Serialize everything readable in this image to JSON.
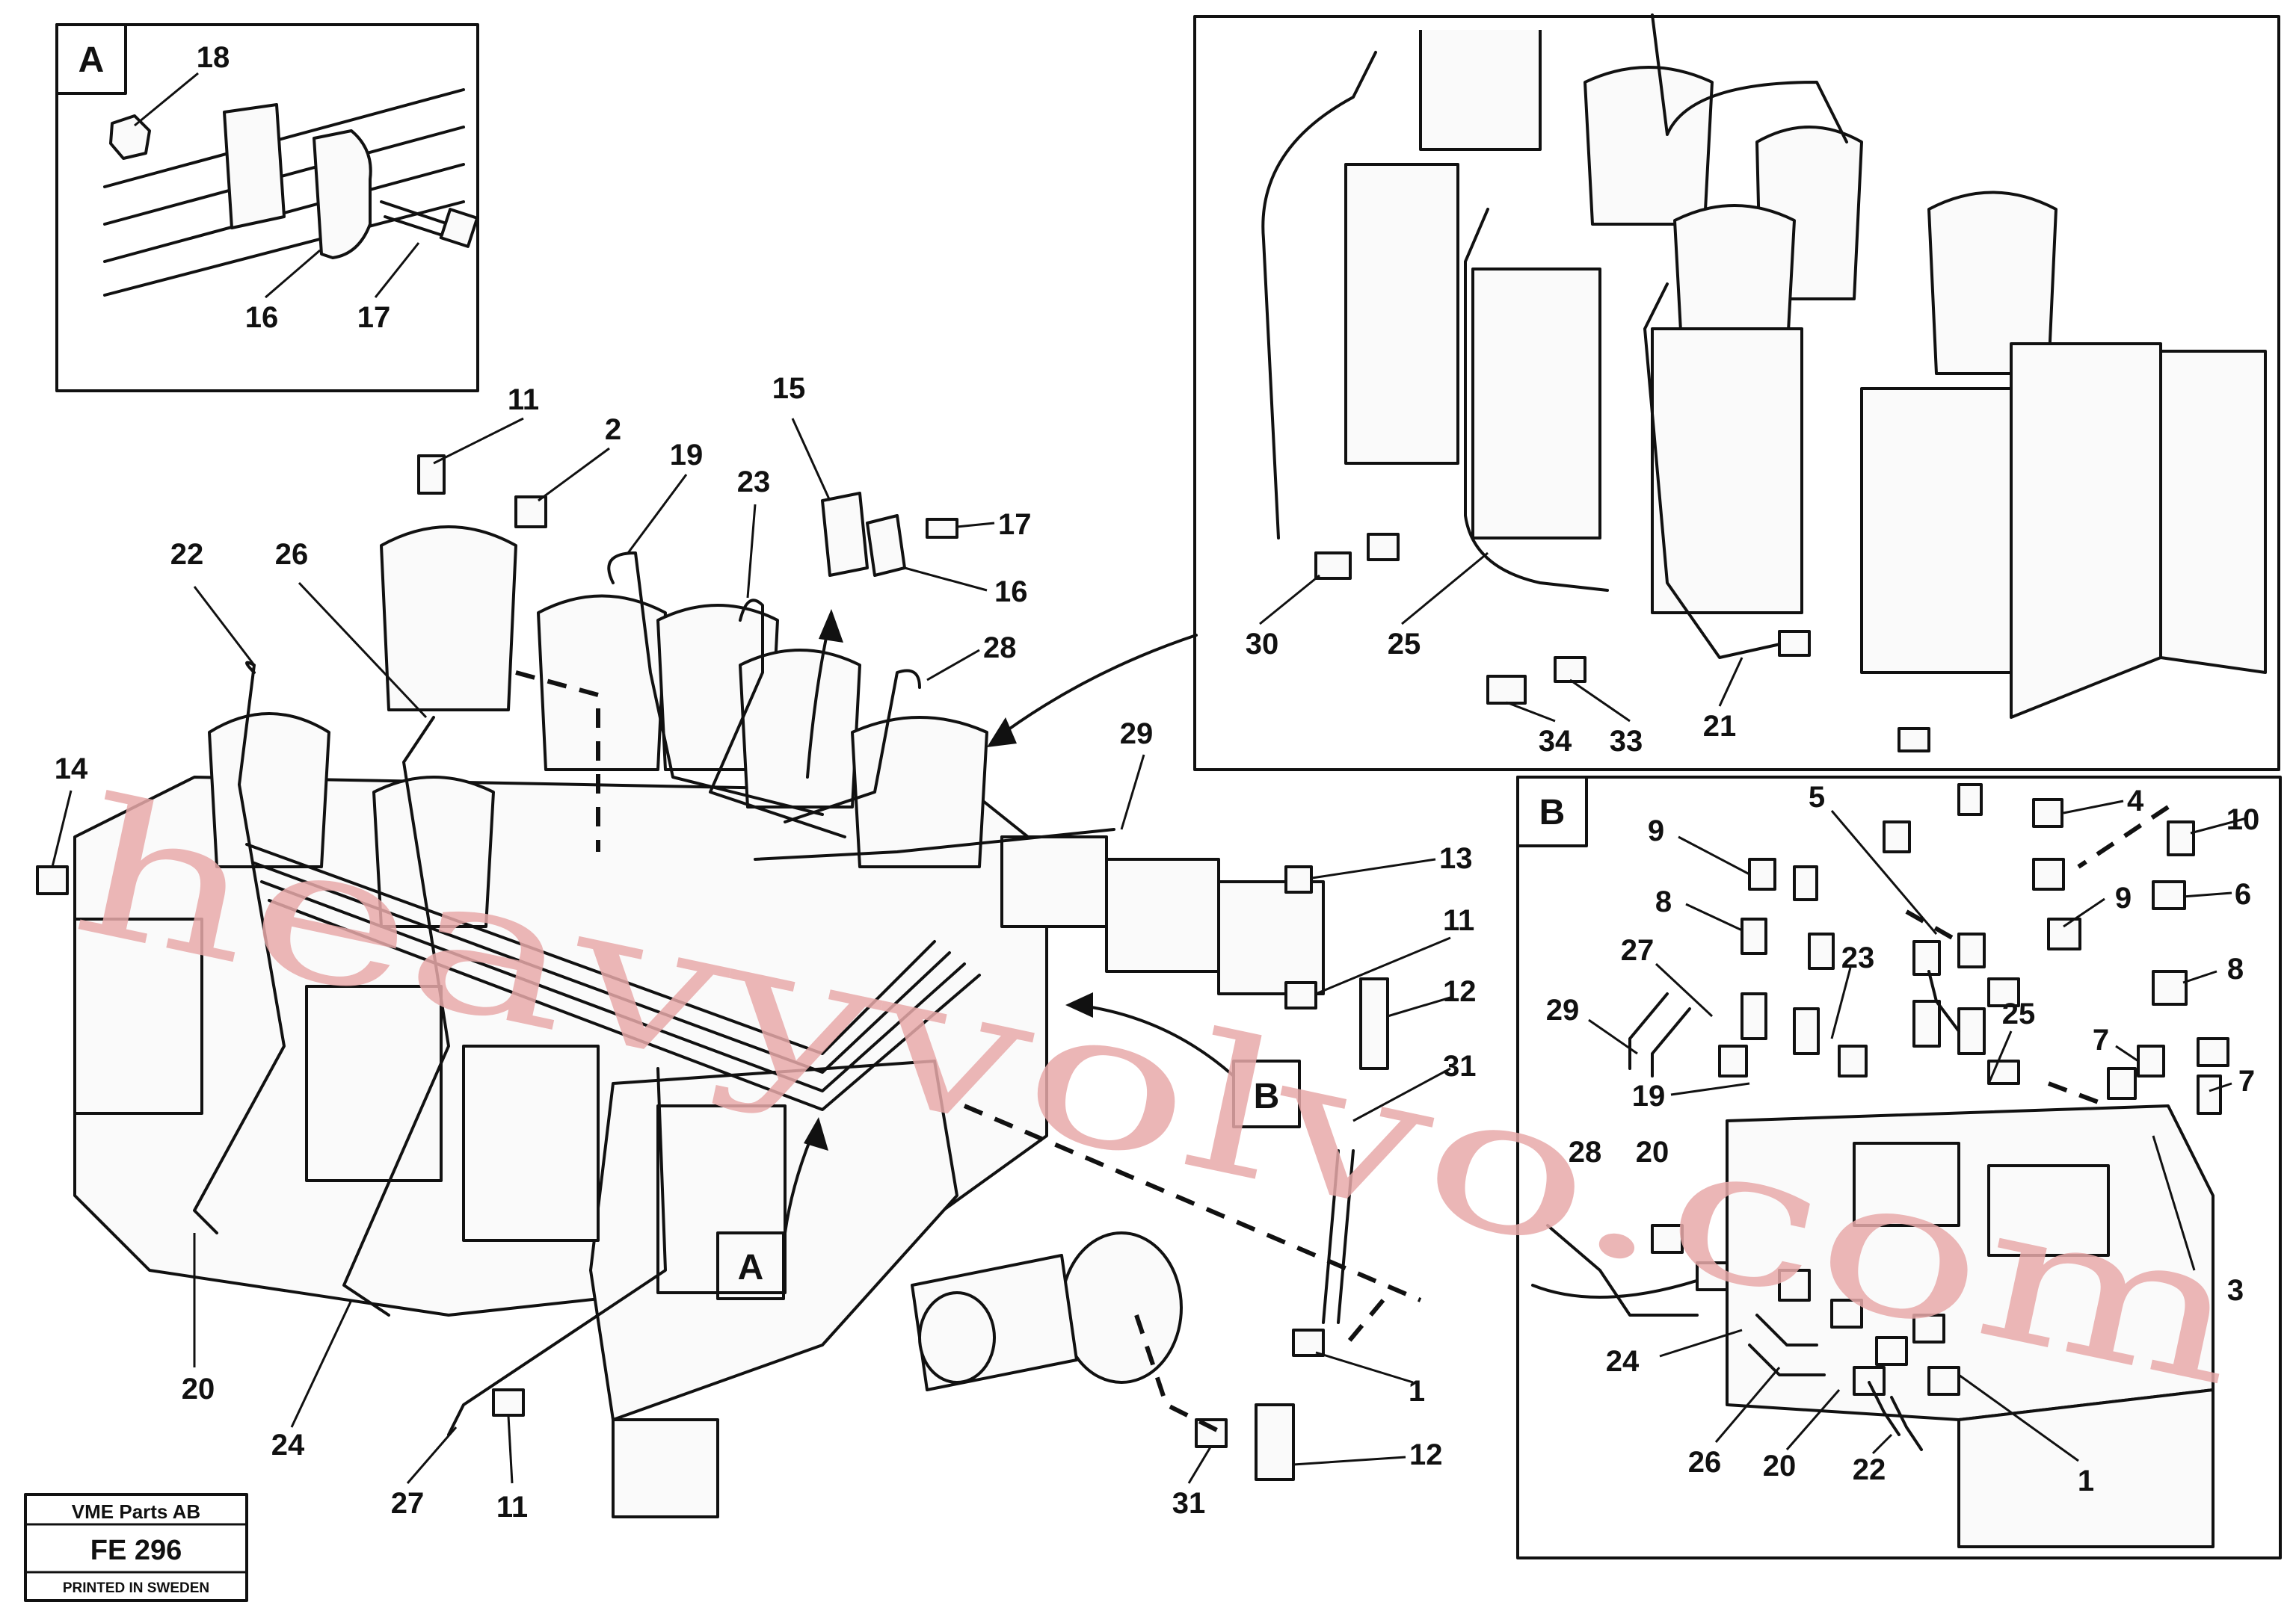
{
  "inset_a": {
    "letter": "A",
    "callouts": [
      "18",
      "16",
      "17"
    ]
  },
  "inset_b": {
    "letter": "B",
    "callouts": [
      "5",
      "4",
      "9",
      "10",
      "8",
      "6",
      "9",
      "27",
      "23",
      "8",
      "29",
      "25",
      "7",
      "19",
      "7",
      "28",
      "20",
      "3",
      "24",
      "26",
      "20",
      "22",
      "1"
    ]
  },
  "inset_top_right": {
    "callouts": [
      "30",
      "25",
      "34",
      "33",
      "21"
    ]
  },
  "main": {
    "callouts": [
      "11",
      "2",
      "19",
      "15",
      "23",
      "17",
      "22",
      "26",
      "16",
      "28",
      "29",
      "14",
      "13",
      "11",
      "12",
      "31",
      "20",
      "24",
      "1",
      "27",
      "11",
      "31",
      "12"
    ],
    "pointer_a": "A",
    "pointer_b": "B"
  },
  "watermark": "heavyvolvo.com",
  "stamp": {
    "company": "VME Parts AB",
    "code": "FE 296",
    "printed": "PRINTED IN SWEDEN"
  }
}
